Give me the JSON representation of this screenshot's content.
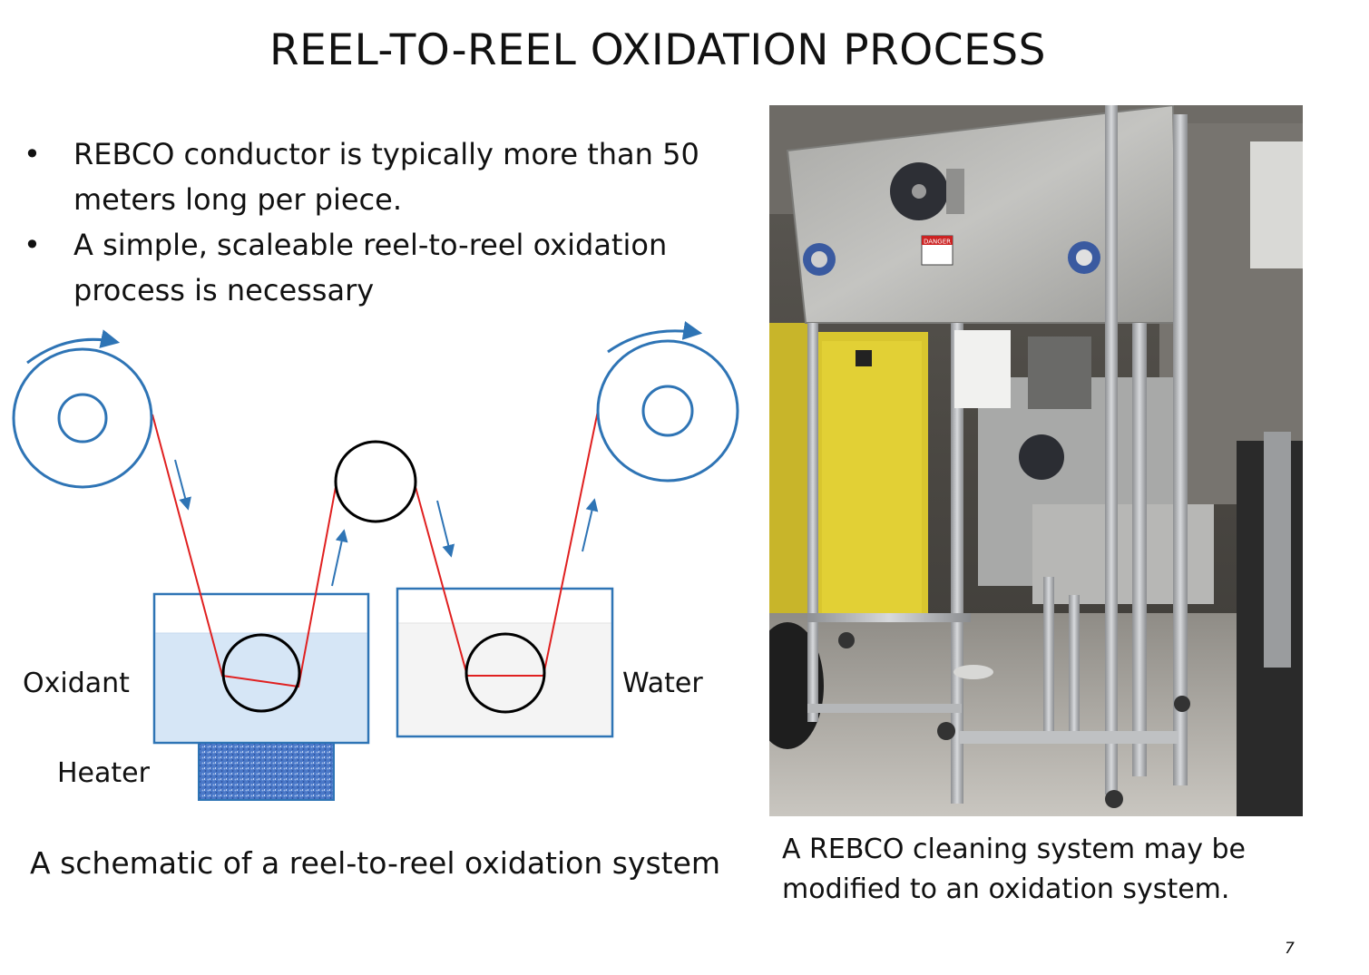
{
  "slide": {
    "title": "REEL-TO-REEL OXIDATION PROCESS",
    "bullets": [
      "REBCO conductor is typically more than 50 meters long per piece.",
      "A simple, scaleable reel-to-reel oxidation process is necessary"
    ],
    "bullet_marker": "•",
    "page_number": "7"
  },
  "schematic": {
    "labels": {
      "oxidant": "Oxidant",
      "heater": "Heater",
      "water": "Water"
    },
    "caption": "A schematic of a reel-to-reel oxidation system",
    "colors": {
      "reel": "#2e74b5",
      "tape": "#e02020",
      "arrow": "#2e74b5",
      "oxidant_fill": "#d6e6f6",
      "water_fill": "#f4f4f4",
      "heater_fill": "#4a78c8"
    }
  },
  "photo": {
    "caption_line1": "A REBCO cleaning system may be",
    "caption_line2": "modified to an oxidation system.",
    "sign_danger": "DANGER"
  }
}
